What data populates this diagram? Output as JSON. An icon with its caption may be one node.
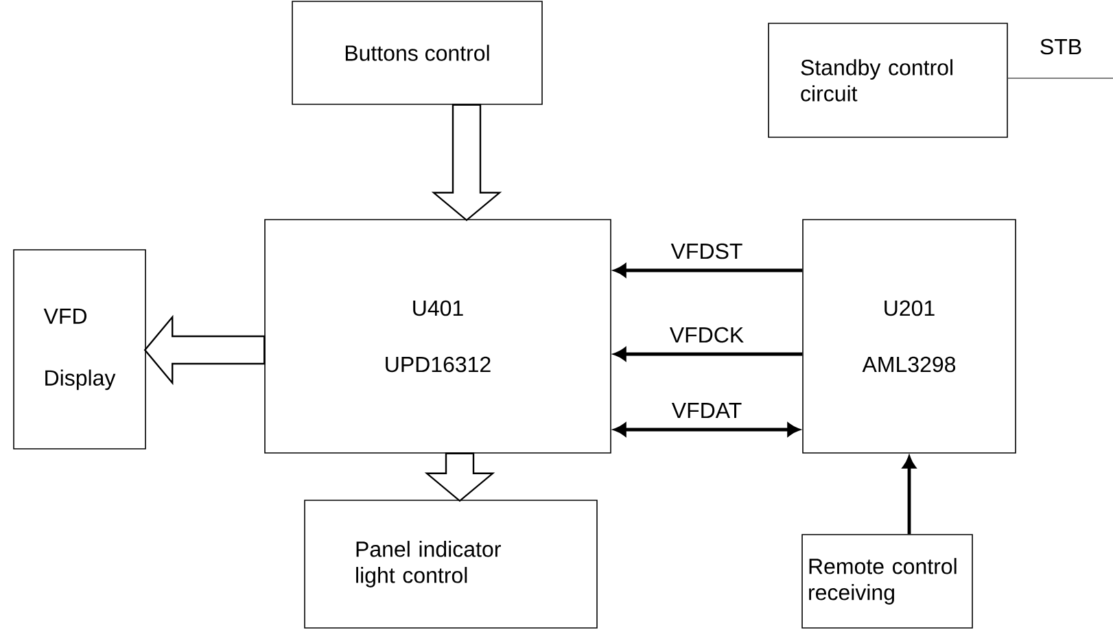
{
  "diagram": {
    "nodes": [
      {
        "text": [
          "Buttons control"
        ]
      },
      {
        "text": [
          "Standby control circuit"
        ]
      },
      {
        "text": [
          "VFD",
          "Display"
        ]
      },
      {
        "text": [
          "U401",
          "UPD16312"
        ]
      },
      {
        "text": [
          "U201",
          "AML3298"
        ]
      },
      {
        "text": [
          "Panel indicator light control"
        ]
      },
      {
        "text": [
          "Remote control receiving"
        ]
      }
    ],
    "edges": [
      {
        "from": 0,
        "to": 3,
        "arrow": "to"
      },
      {
        "from": 3,
        "to": 2,
        "arrow": "to"
      },
      {
        "from": 3,
        "to": 5,
        "arrow": "to"
      },
      {
        "from": 4,
        "to": 3,
        "arrow": "to",
        "label": "VFDST"
      },
      {
        "from": 4,
        "to": 3,
        "arrow": "to",
        "label": "VFDCK"
      },
      {
        "from": 3,
        "to": 4,
        "arrow": "both",
        "label": "VFDAT"
      },
      {
        "from": 6,
        "to": 4,
        "arrow": "to"
      },
      {
        "from": 1,
        "to": null,
        "arrow": "none",
        "label": "STB",
        "color": "#808080"
      }
    ]
  }
}
